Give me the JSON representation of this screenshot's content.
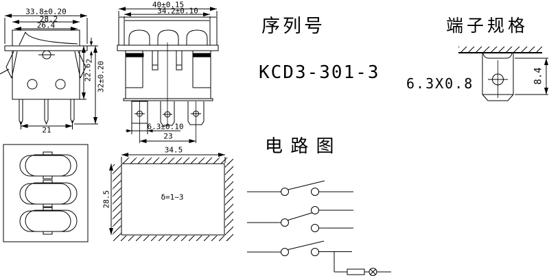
{
  "side_view": {
    "dims": {
      "w1": "33.8±0.20",
      "w2": "28.2",
      "w3": "26.4",
      "h1": "22.6",
      "h2": "32±0.20",
      "flange": "2",
      "pins": "21"
    }
  },
  "front_view": {
    "dims": {
      "w1": "40±0.15",
      "w2": "34.2±0.10",
      "term_w": "6.3±0.10",
      "term_span": "23"
    }
  },
  "cutout": {
    "dims": {
      "w": "34.5",
      "h": "28.5"
    },
    "note": "δ=1~3"
  },
  "serial": {
    "label": "序列号",
    "value": "KCD3-301-3"
  },
  "terminal_spec": {
    "label": "端子规格",
    "size": "6.3X0.8",
    "height": "8.4"
  },
  "circuit": {
    "label": "电 路 图"
  }
}
